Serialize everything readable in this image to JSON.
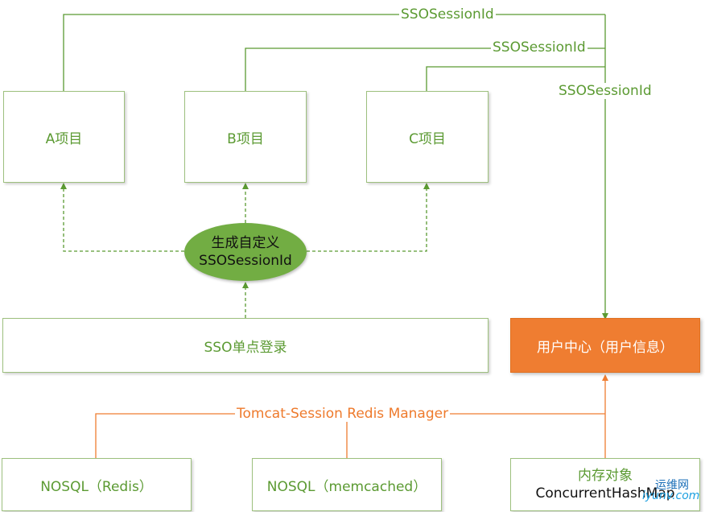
{
  "labels": {
    "top_session_1": "SSOSessionId",
    "top_session_2": "SSOSessionId",
    "top_session_3": "SSOSessionId",
    "redis_manager": "Tomcat-Session Redis Manager"
  },
  "projects": {
    "a": "A项目",
    "b": "B项目",
    "c": "C项目"
  },
  "generator": {
    "line1": "生成自定义",
    "line2": "SSOSessionId"
  },
  "sso_login": "SSO单点登录",
  "user_center": "用户中心（用户信息）",
  "stores": {
    "redis": "NOSQL（Redis）",
    "memcached": "NOSQL（memcached）",
    "memory_line1": "内存对象",
    "memory_line2": "ConcurrentHashMap"
  },
  "watermark": {
    "cn": "运维网",
    "en": "iyunv.com"
  },
  "colors": {
    "green": "#5b9a32",
    "green_fill": "#72ad43",
    "orange": "#ef7d31"
  }
}
